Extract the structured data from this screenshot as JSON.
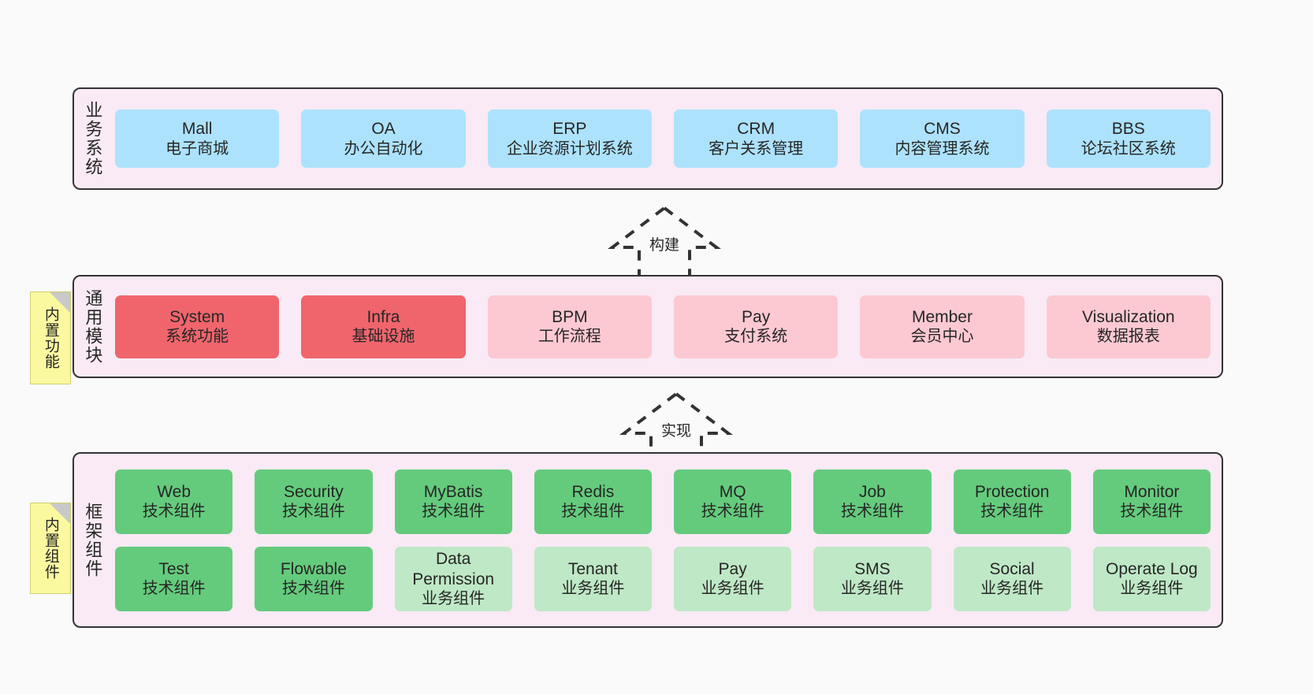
{
  "diagram": {
    "background_color": "#fafafa",
    "band_fill": "#f9eaf5",
    "band_border": "#333333",
    "note_fill": "#fbf9a0"
  },
  "bands": [
    {
      "id": "business",
      "title": "业务系统",
      "accent": "#ade2fc",
      "rows": [
        [
          {
            "name": "Mall",
            "desc": "电子商城",
            "color": "c-blue"
          },
          {
            "name": "OA",
            "desc": "办公自动化",
            "color": "c-blue"
          },
          {
            "name": "ERP",
            "desc": "企业资源计划系统",
            "color": "c-blue"
          },
          {
            "name": "CRM",
            "desc": "客户关系管理",
            "color": "c-blue"
          },
          {
            "name": "CMS",
            "desc": "内容管理系统",
            "color": "c-blue"
          },
          {
            "name": "BBS",
            "desc": "论坛社区系统",
            "color": "c-blue"
          }
        ]
      ]
    },
    {
      "id": "common",
      "title": "通用模块",
      "note": "内置功能",
      "accent": "#f0656c",
      "rows": [
        [
          {
            "name": "System",
            "desc": "系统功能",
            "color": "c-red"
          },
          {
            "name": "Infra",
            "desc": "基础设施",
            "color": "c-red"
          },
          {
            "name": "BPM",
            "desc": "工作流程",
            "color": "c-pink"
          },
          {
            "name": "Pay",
            "desc": "支付系统",
            "color": "c-pink"
          },
          {
            "name": "Member",
            "desc": "会员中心",
            "color": "c-pink"
          },
          {
            "name": "Visualization",
            "desc": "数据报表",
            "color": "c-pink"
          }
        ]
      ]
    },
    {
      "id": "framework",
      "title": "框架组件",
      "note": "内置组件",
      "accent": "#64cb7c",
      "rows": [
        [
          {
            "name": "Web",
            "desc": "技术组件",
            "color": "c-green"
          },
          {
            "name": "Security",
            "desc": "技术组件",
            "color": "c-green"
          },
          {
            "name": "MyBatis",
            "desc": "技术组件",
            "color": "c-green"
          },
          {
            "name": "Redis",
            "desc": "技术组件",
            "color": "c-green"
          },
          {
            "name": "MQ",
            "desc": "技术组件",
            "color": "c-green"
          },
          {
            "name": "Job",
            "desc": "技术组件",
            "color": "c-green"
          },
          {
            "name": "Protection",
            "desc": "技术组件",
            "color": "c-green"
          },
          {
            "name": "Monitor",
            "desc": "技术组件",
            "color": "c-green"
          }
        ],
        [
          {
            "name": "Test",
            "desc": "技术组件",
            "color": "c-green"
          },
          {
            "name": "Flowable",
            "desc": "技术组件",
            "color": "c-green"
          },
          {
            "name": "Data Permission",
            "desc": "业务组件",
            "color": "c-lightgreen"
          },
          {
            "name": "Tenant",
            "desc": "业务组件",
            "color": "c-lightgreen"
          },
          {
            "name": "Pay",
            "desc": "业务组件",
            "color": "c-lightgreen"
          },
          {
            "name": "SMS",
            "desc": "业务组件",
            "color": "c-lightgreen"
          },
          {
            "name": "Social",
            "desc": "业务组件",
            "color": "c-lightgreen"
          },
          {
            "name": "Operate Log",
            "desc": "业务组件",
            "color": "c-lightgreen"
          }
        ]
      ]
    }
  ],
  "arrows": [
    {
      "id": "build",
      "label": "构建",
      "style": "dashed-generalization-up"
    },
    {
      "id": "implement",
      "label": "实现",
      "style": "dashed-generalization-up"
    }
  ]
}
